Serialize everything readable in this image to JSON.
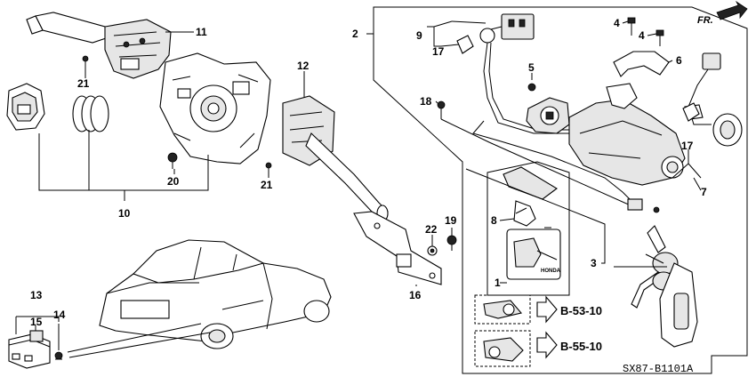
{
  "callouts": {
    "c1": "1",
    "c2": "2",
    "c3": "3",
    "c4a": "4",
    "c4b": "4",
    "c5": "5",
    "c6": "6",
    "c7": "7",
    "c8": "8",
    "c9": "9",
    "c10": "10",
    "c11": "11",
    "c12": "12",
    "c13": "13",
    "c14": "14",
    "c15": "15",
    "c16": "16",
    "c17a": "17",
    "c17b": "17",
    "c18": "18",
    "c19": "19",
    "c20": "20",
    "c21a": "21",
    "c21b": "21",
    "c22": "22"
  },
  "references": {
    "ref1": "B-53-10",
    "ref2": "B-55-10"
  },
  "direction_label": "FR.",
  "diagram_code": "SX87-B1101A",
  "brand_text": "HONDA"
}
